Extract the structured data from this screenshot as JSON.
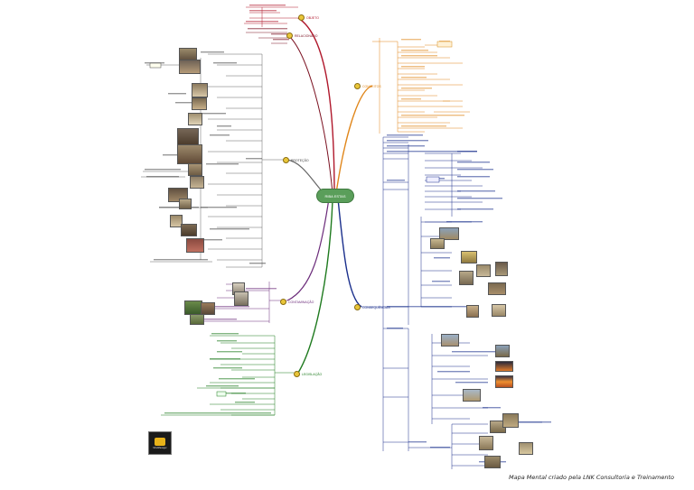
{
  "central_topic": "RIBA ESTAS",
  "branches": [
    {
      "key": "red",
      "color": "#b0182c",
      "label": "OBJETO"
    },
    {
      "key": "darkred",
      "color": "#7a1020",
      "label": "RELACIONADO"
    },
    {
      "key": "orange",
      "color": "#e0861a",
      "label": "CONCEITOS"
    },
    {
      "key": "gray",
      "color": "#666666",
      "label": "PROTEÇÃO"
    },
    {
      "key": "blue",
      "color": "#1a2f8c",
      "label": "CONSEQUÊNCIAS"
    },
    {
      "key": "purple",
      "color": "#6b2b7a",
      "label": "CONTAMINAÇÃO"
    },
    {
      "key": "green",
      "color": "#1e7a1e",
      "label": "LEGISLAÇÃO"
    }
  ],
  "footer_text": "Mapa Mental criado pela LNK Consultoria e Treinamento",
  "logo_text": "MindManager Smart Thinking"
}
